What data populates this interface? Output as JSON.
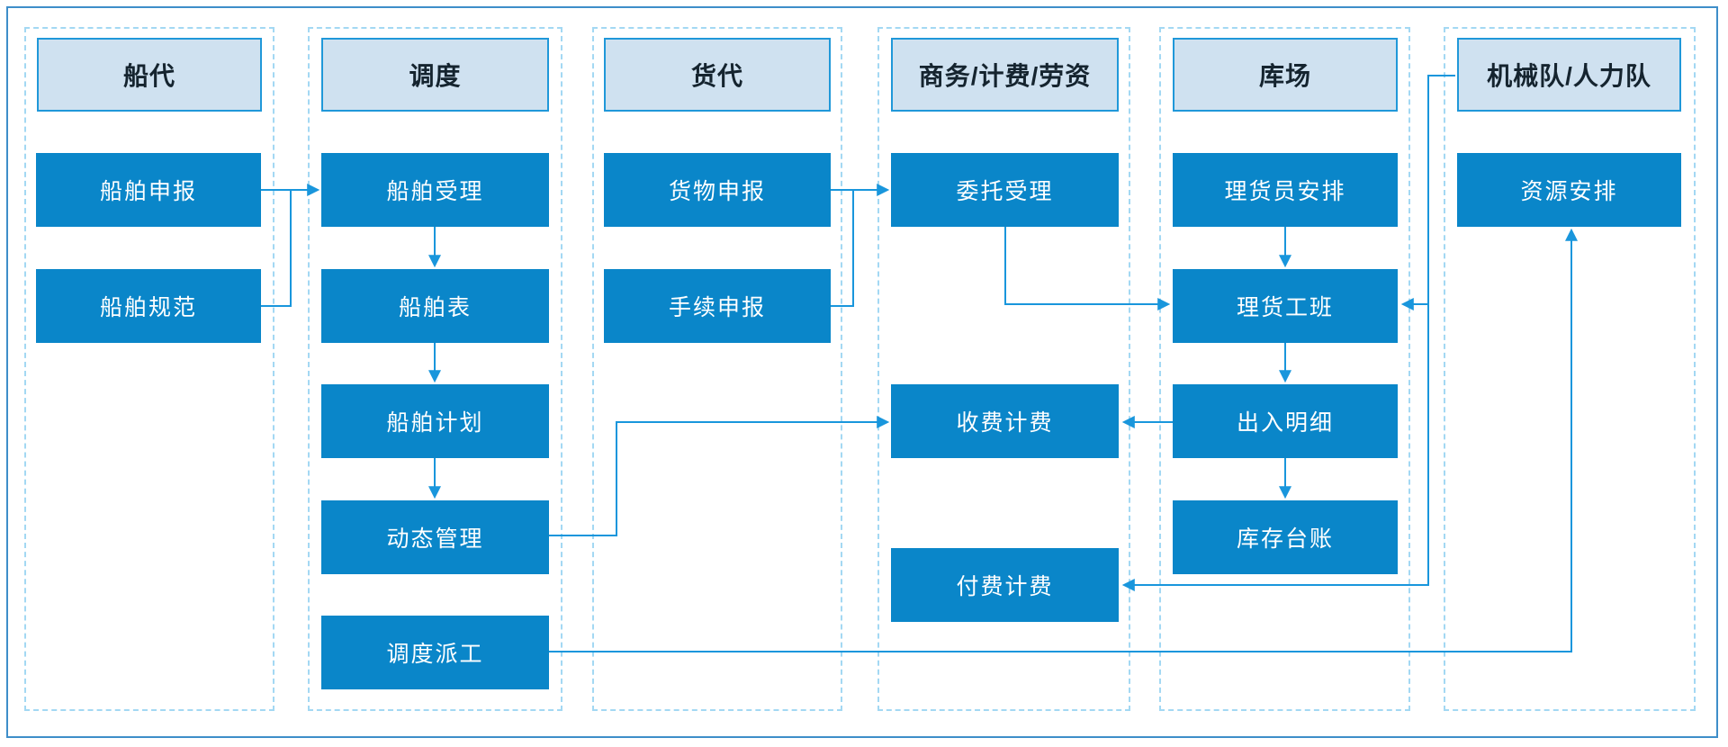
{
  "diagram_title": "",
  "colors": {
    "background": "#ffffff",
    "outer_border": "#3e8ec9",
    "lane_dashed_border": "#a3d8f3",
    "header_fill": "#cfe1f0",
    "header_border": "#2098d9",
    "header_text": "#15242f",
    "node_fill": "#0a86c9",
    "node_text": "#ffffff",
    "connector": "#1996dc"
  },
  "lanes": [
    {
      "id": "ship-agent",
      "header": "船代",
      "boxes": [
        {
          "label": "船舶申报"
        },
        {
          "label": "船舶规范"
        }
      ]
    },
    {
      "id": "dispatch",
      "header": "调度",
      "boxes": [
        {
          "label": "船舶受理"
        },
        {
          "label": "船舶表"
        },
        {
          "label": "船舶计划"
        },
        {
          "label": "动态管理"
        },
        {
          "label": "调度派工"
        }
      ]
    },
    {
      "id": "freight-forwarder",
      "header": "货代",
      "boxes": [
        {
          "label": "货物申报"
        },
        {
          "label": "手续申报"
        }
      ]
    },
    {
      "id": "commerce-billing-labor",
      "header": "商务/计费/劳资",
      "boxes": [
        {
          "label": "委托受理"
        },
        {
          "label": "收费计费"
        },
        {
          "label": "付费计费"
        }
      ]
    },
    {
      "id": "yard",
      "header": "库场",
      "boxes": [
        {
          "label": "理货员安排"
        },
        {
          "label": "理货工班"
        },
        {
          "label": "出入明细"
        },
        {
          "label": "库存台账"
        }
      ]
    },
    {
      "id": "machinery-labor-team",
      "header": "机械队/人力队",
      "boxes": [
        {
          "label": "资源安排"
        }
      ]
    }
  ],
  "connections": [
    {
      "from": "船舶申报",
      "to": "船舶受理"
    },
    {
      "from": "船舶规范",
      "to": "船舶受理"
    },
    {
      "from": "船舶受理",
      "to": "船舶表"
    },
    {
      "from": "船舶表",
      "to": "船舶计划"
    },
    {
      "from": "船舶计划",
      "to": "动态管理"
    },
    {
      "from": "货物申报",
      "to": "委托受理"
    },
    {
      "from": "手续申报",
      "to": "委托受理"
    },
    {
      "from": "委托受理",
      "to": "理货工班"
    },
    {
      "from": "动态管理",
      "to": "收费计费"
    },
    {
      "from": "出入明细",
      "to": "收费计费"
    },
    {
      "from": "理货员安排",
      "to": "理货工班"
    },
    {
      "from": "理货工班",
      "to": "出入明细"
    },
    {
      "from": "出入明细",
      "to": "库存台账"
    },
    {
      "from": "机械队/人力队",
      "to": "理货工班"
    },
    {
      "from": "机械队/人力队",
      "to": "付费计费"
    },
    {
      "from": "调度派工",
      "to": "资源安排"
    }
  ]
}
